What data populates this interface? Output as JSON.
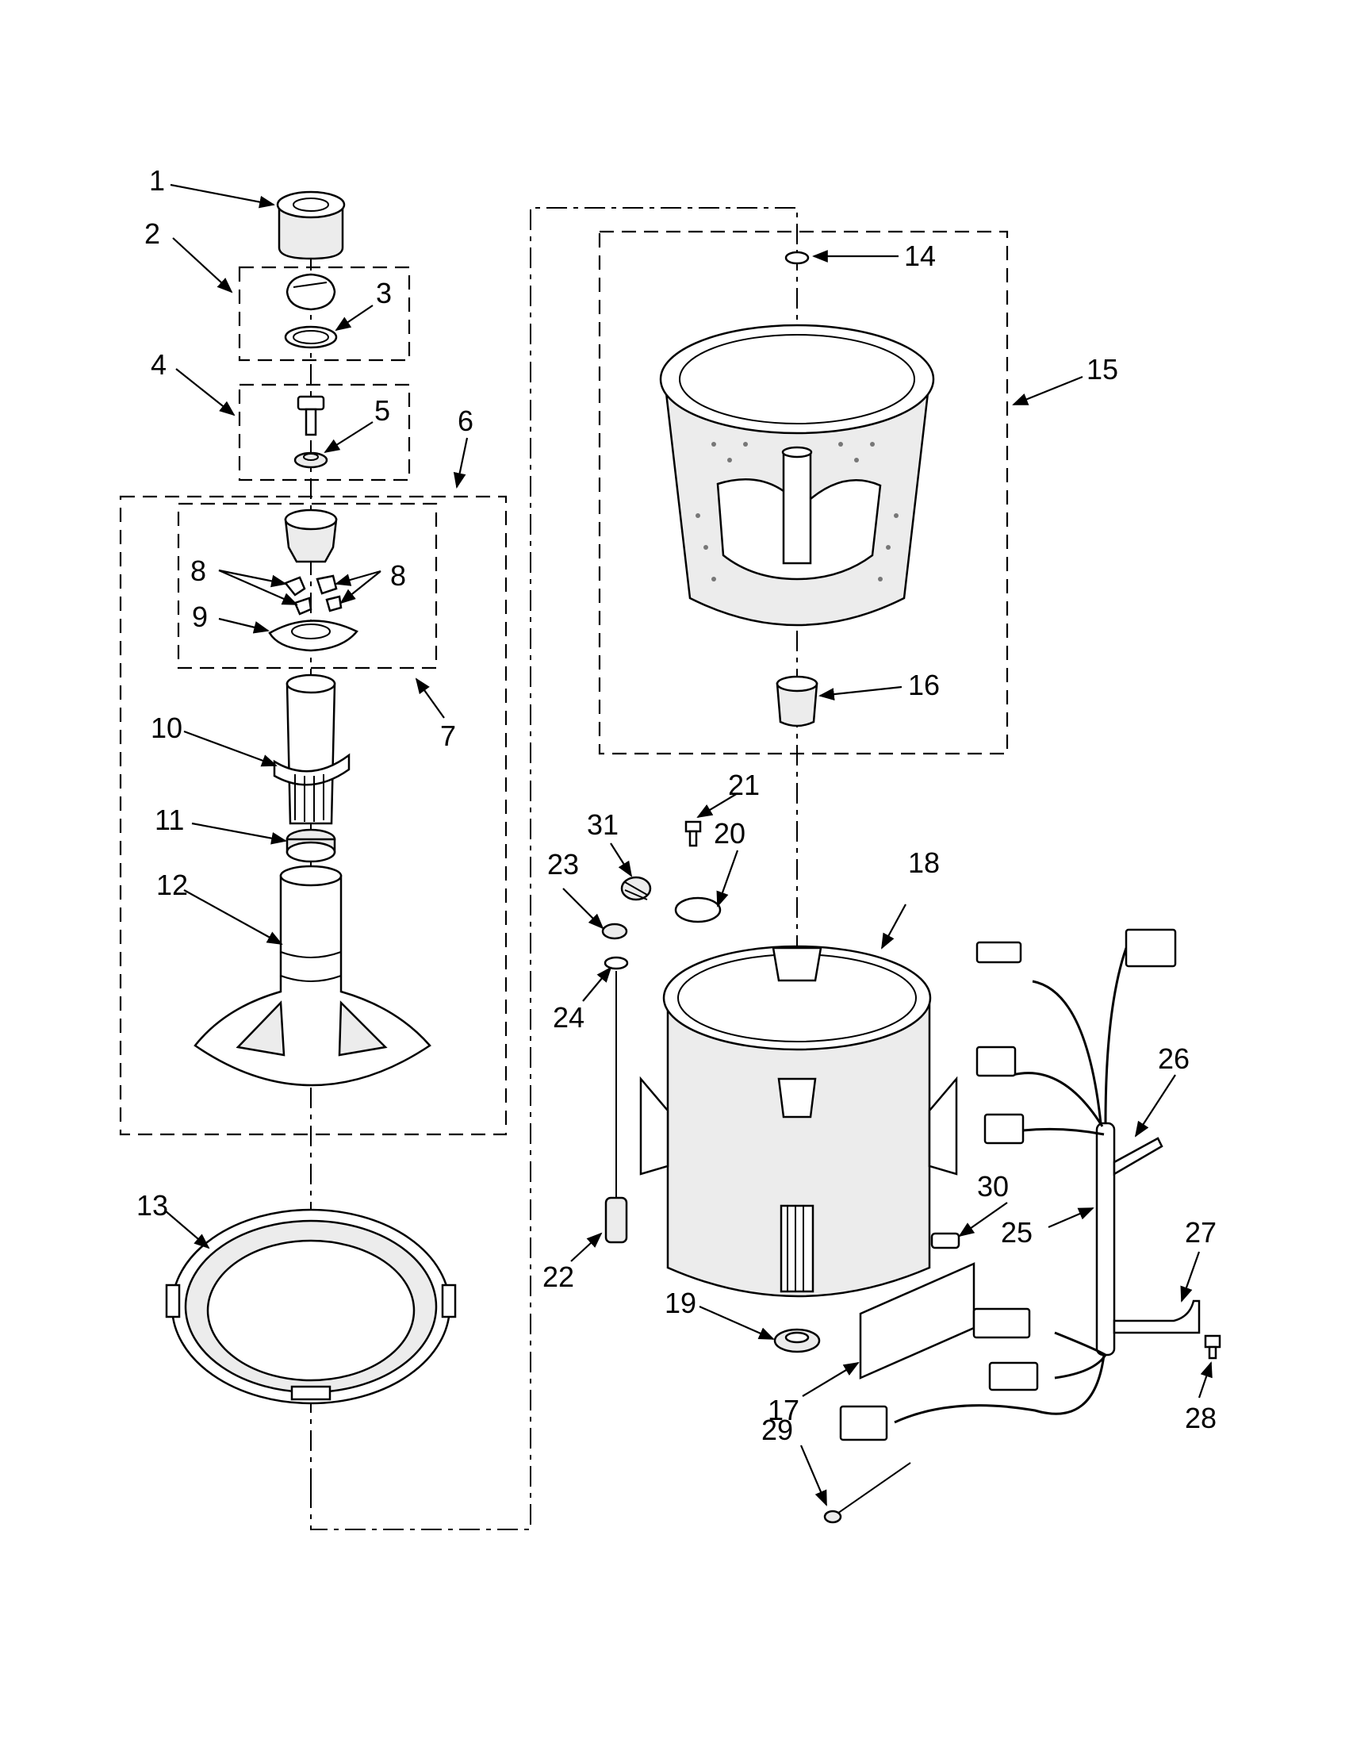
{
  "labels": [
    {
      "id": "1",
      "text": "1"
    },
    {
      "id": "2",
      "text": "2"
    },
    {
      "id": "3",
      "text": "3"
    },
    {
      "id": "4",
      "text": "4"
    },
    {
      "id": "5",
      "text": "5"
    },
    {
      "id": "6",
      "text": "6"
    },
    {
      "id": "7",
      "text": "7"
    },
    {
      "id": "8a",
      "text": "8"
    },
    {
      "id": "8b",
      "text": "8"
    },
    {
      "id": "9",
      "text": "9"
    },
    {
      "id": "10",
      "text": "10"
    },
    {
      "id": "11",
      "text": "11"
    },
    {
      "id": "12",
      "text": "12"
    },
    {
      "id": "13",
      "text": "13"
    },
    {
      "id": "14",
      "text": "14"
    },
    {
      "id": "15",
      "text": "15"
    },
    {
      "id": "16",
      "text": "16"
    },
    {
      "id": "17",
      "text": "17"
    },
    {
      "id": "18",
      "text": "18"
    },
    {
      "id": "19",
      "text": "19"
    },
    {
      "id": "20",
      "text": "20"
    },
    {
      "id": "21",
      "text": "21"
    },
    {
      "id": "22",
      "text": "22"
    },
    {
      "id": "23",
      "text": "23"
    },
    {
      "id": "24",
      "text": "24"
    },
    {
      "id": "25",
      "text": "25"
    },
    {
      "id": "26",
      "text": "26"
    },
    {
      "id": "27",
      "text": "27"
    },
    {
      "id": "28",
      "text": "28"
    },
    {
      "id": "29",
      "text": "29"
    },
    {
      "id": "30",
      "text": "30"
    },
    {
      "id": "31",
      "text": "31"
    }
  ]
}
